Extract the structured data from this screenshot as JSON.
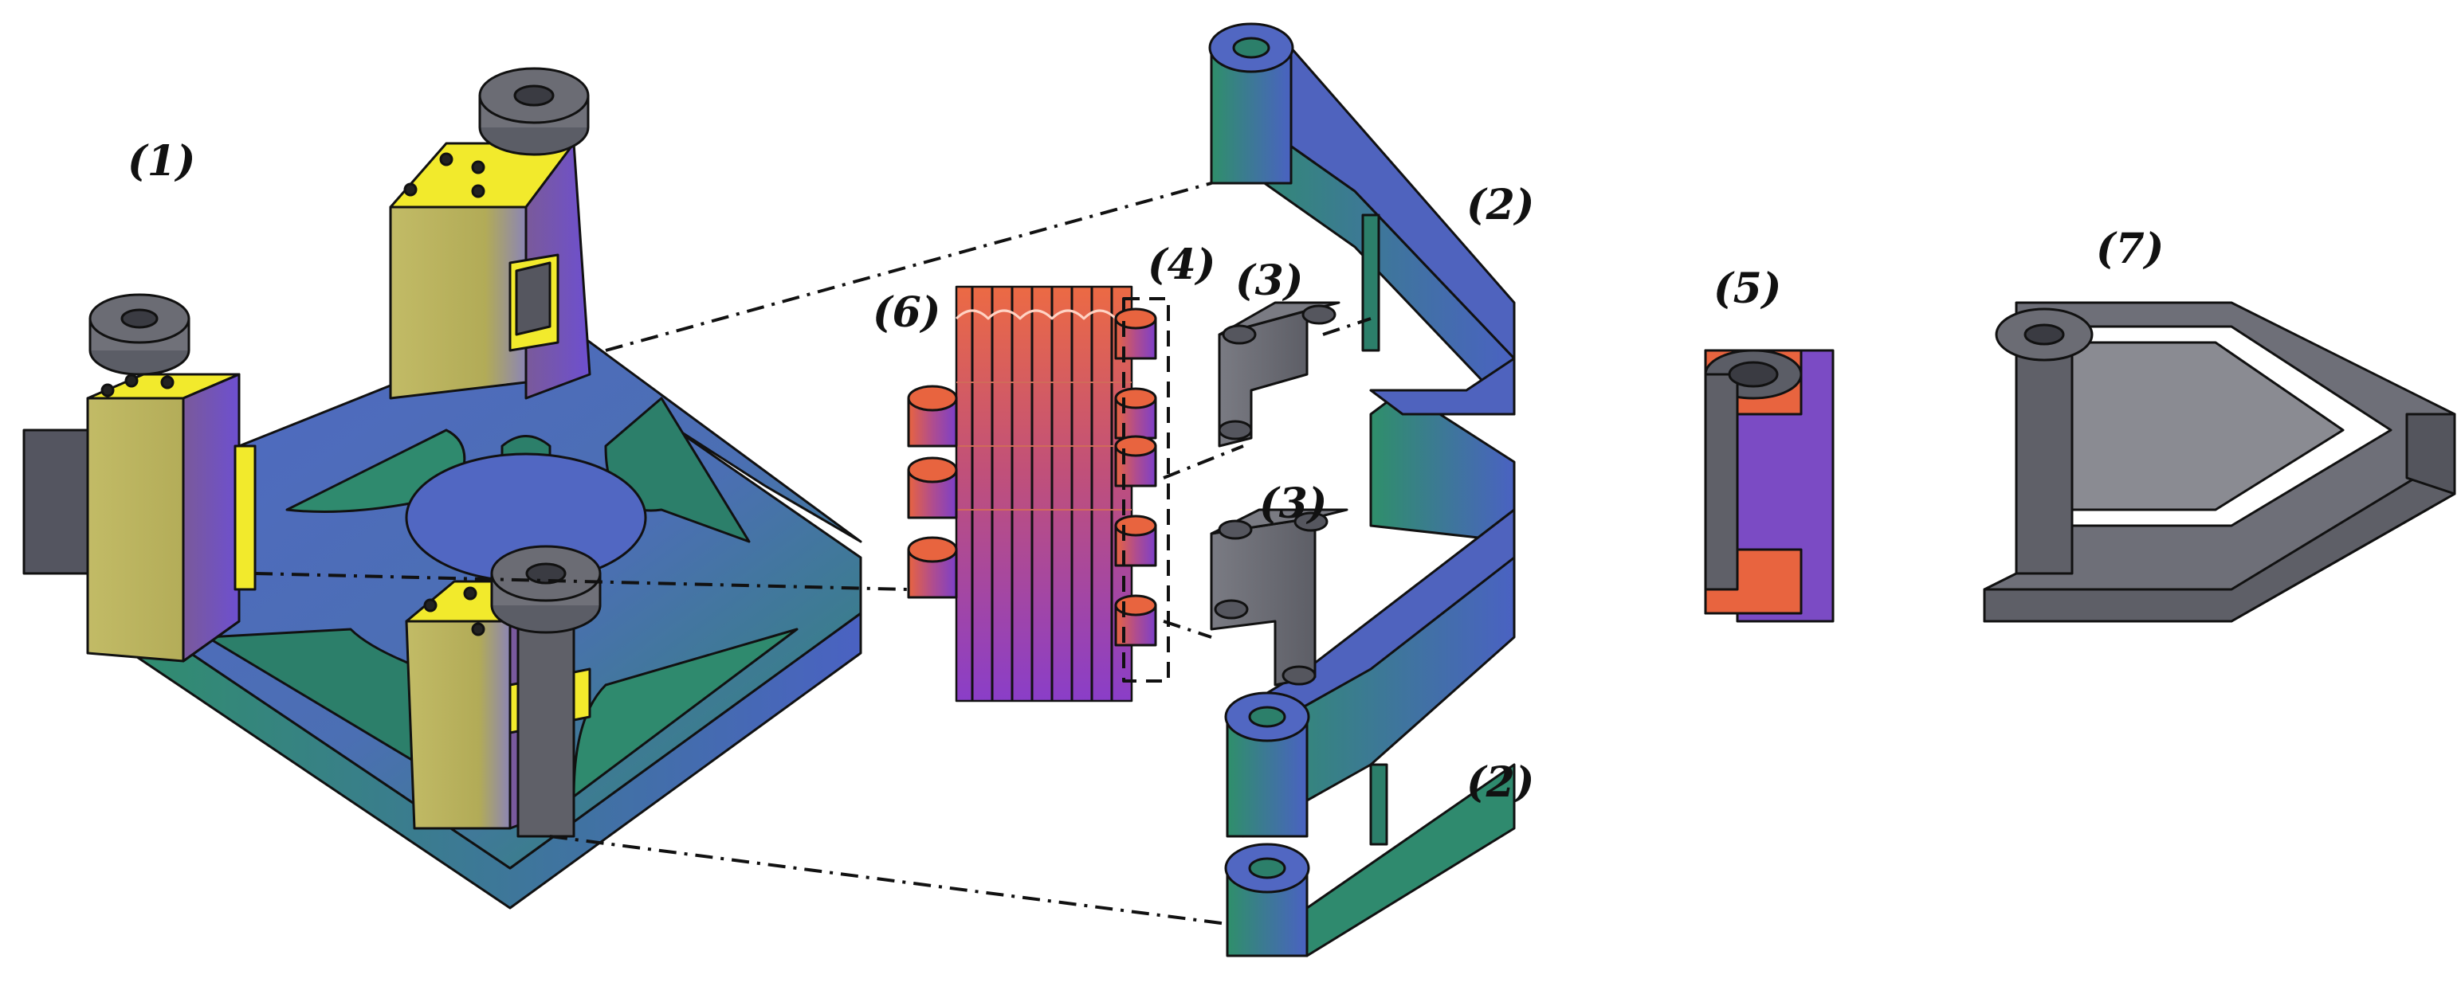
{
  "figure": {
    "callouts": [
      {
        "id": "c1",
        "text": "(1)"
      },
      {
        "id": "c2a",
        "text": "(2)"
      },
      {
        "id": "c2b",
        "text": "(2)"
      },
      {
        "id": "c3a",
        "text": "(3)"
      },
      {
        "id": "c3b",
        "text": "(3)"
      },
      {
        "id": "c4",
        "text": "(4)"
      },
      {
        "id": "c5",
        "text": "(5)"
      },
      {
        "id": "c6",
        "text": "(6)"
      },
      {
        "id": "c7",
        "text": "(7)"
      }
    ]
  },
  "colors": {
    "frame_blue": "#4f63be",
    "frame_teal": "#2f8a6e",
    "mount_yellow": "#f2ea2c",
    "mount_olive": "#b9b35e",
    "cap_gray": "#5b5d66",
    "bracket_gray": "#6e6f78",
    "spring_orange": "#ea6a45",
    "spring_purple": "#8a3ec8",
    "outline": "#111111"
  },
  "icons": [
    "flexure-base-frame",
    "swing-arm",
    "pin-bracket",
    "bushing-column",
    "bushing-assembly",
    "spring-stack",
    "output-link"
  ]
}
